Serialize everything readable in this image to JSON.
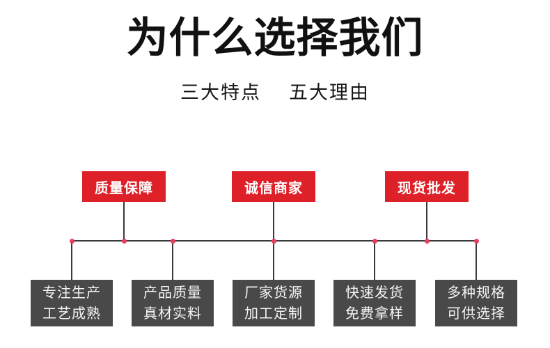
{
  "page": {
    "title": "为什么选择我们",
    "subtitle": {
      "part1": "三大特点",
      "part2": "五大理由"
    }
  },
  "features": [
    {
      "label": "质量保障"
    },
    {
      "label": "诚信商家"
    },
    {
      "label": "现货批发"
    }
  ],
  "reasons": [
    {
      "line1": "专注生产",
      "line2": "工艺成熟"
    },
    {
      "line1": "产品质量",
      "line2": "真材实料"
    },
    {
      "line1": "厂家货源",
      "line2": "加工定制"
    },
    {
      "line1": "快速发货",
      "line2": "免费拿样"
    },
    {
      "line1": "多种规格",
      "line2": "可供选择"
    }
  ],
  "colors": {
    "accent_red": "#de2129",
    "dot_red": "#e73e59",
    "box_dark": "#494949",
    "line_dark": "#3a3a3a",
    "title_black": "#111111"
  }
}
